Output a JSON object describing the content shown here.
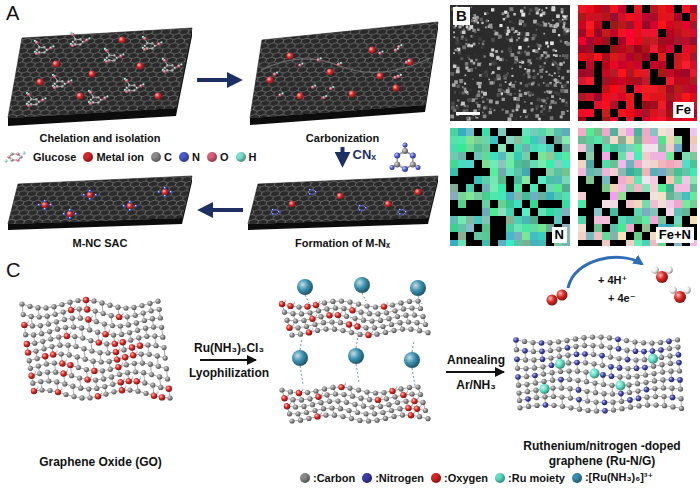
{
  "diagram": {
    "nodes": [
      {
        "text": [
          "Chelation and isolation"
        ]
      },
      {
        "text": [
          "Carbonization"
        ]
      },
      {
        "text": [
          "Formation of M-Nₓ"
        ]
      },
      {
        "text": [
          "M-NC SAC"
        ]
      },
      {
        "text": [
          "Fe"
        ]
      },
      {
        "text": [
          "N"
        ]
      },
      {
        "text": [
          "Fe+N"
        ]
      },
      {
        "text": [
          "Graphene Oxide (GO)"
        ]
      },
      {
        "text": [
          "Ruthenium/nitrogen -doped graphene (Ru-N/G)"
        ]
      }
    ],
    "edges": [
      {
        "from": 0,
        "to": 1,
        "arrow": "to"
      },
      {
        "from": 1,
        "to": 2,
        "label": "CNₓ",
        "arrow": "to"
      },
      {
        "from": 2,
        "to": 3,
        "arrow": "to"
      }
    ],
    "labels": [
      "A",
      "B",
      "C",
      "Ru(NH₃)₆Cl₃",
      "Lyophilization",
      "Annealing",
      "Ar/NH₃",
      "+ 4H⁺",
      "+ 4e⁻"
    ],
    "legend": [
      {
        "text": "Glucose"
      },
      {
        "text": "Metal ion",
        "color": "#d8262a"
      },
      {
        "text": "C",
        "color": "#8c8c8c"
      },
      {
        "text": "N",
        "color": "#4c5bd4"
      },
      {
        "text": "O",
        "color": "#e0607a"
      },
      {
        "text": "H",
        "color": "#7fe3d2"
      },
      {
        "text": ":Carbon",
        "color": "#8a8a8a"
      },
      {
        "text": ":Nitrogen",
        "color": "#3b3fa6"
      },
      {
        "text": ":Oxygen",
        "color": "#d9241f"
      },
      {
        "text": ":Ru moiety",
        "color": "#5fe0c6"
      },
      {
        "text": ":[Ru(NH₃)₆]³⁺",
        "color": "#3a90ae"
      }
    ]
  }
}
